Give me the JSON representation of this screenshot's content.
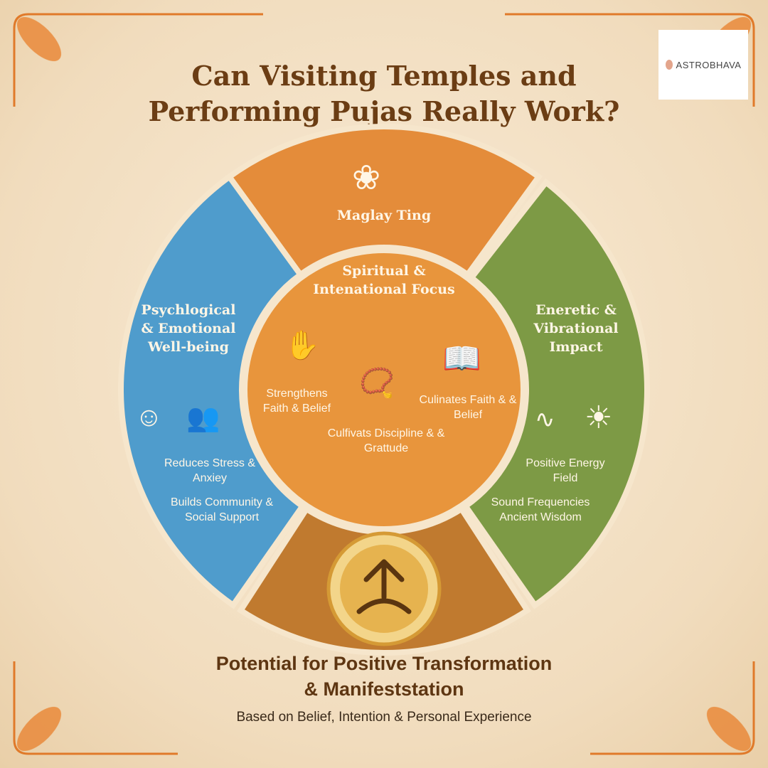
{
  "title": {
    "line1": "Can Visiting Temples and",
    "line2": "Performing Pujas Really Work?"
  },
  "logo": {
    "text": "ASTROBHAVA"
  },
  "segments": {
    "top": {
      "title": "Maglay Ting"
    },
    "left": {
      "title": "Psychlogical & Emotional Well-being",
      "items": [
        "Reduces Stress & Anxiey",
        "Builds Community & Social Support"
      ]
    },
    "right": {
      "title": "Eneretic & Vibrational Impact",
      "items": [
        "Positive Energy Field",
        "Sound Frequencies Ancient Wisdom"
      ]
    },
    "center": {
      "title": "Spiritual & Intenational Focus",
      "items": [
        "Strengthens Faith & Belief",
        "Culinates Faith & & Belief",
        "Culfivats Discipline & & Grattude"
      ]
    }
  },
  "footer": {
    "headline_line1": "Potential for Positive Transformation",
    "headline_line2": "& Manifeststation",
    "subtitle": "Based on Belief, Intention & Personal Experience"
  },
  "colors": {
    "top": "#e48c3a",
    "left": "#4f9ccc",
    "right": "#7d9a45",
    "bottom": "#c07a2f",
    "center": "#e8953c",
    "title": "#6b3d14"
  }
}
